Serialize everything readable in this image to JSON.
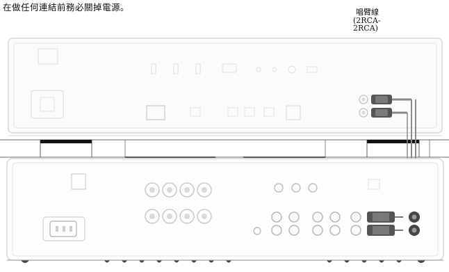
{
  "header": {
    "instruction": "在做任何連結前務必關掉電源。"
  },
  "cable_label": {
    "name": "唱臂線",
    "spec_line1": "(2RCA-",
    "spec_line2": "2RCA)"
  }
}
